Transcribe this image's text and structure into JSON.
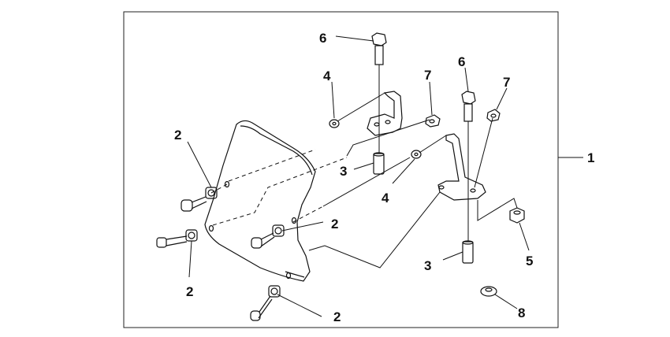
{
  "callouts": {
    "c1": "1",
    "c2a": "2",
    "c2b": "2",
    "c2c": "2",
    "c2d": "2",
    "c3a": "3",
    "c3b": "3",
    "c4a": "4",
    "c4b": "4",
    "c5": "5",
    "c6a": "6",
    "c6b": "6",
    "c7a": "7",
    "c7b": "7",
    "c8": "8"
  }
}
